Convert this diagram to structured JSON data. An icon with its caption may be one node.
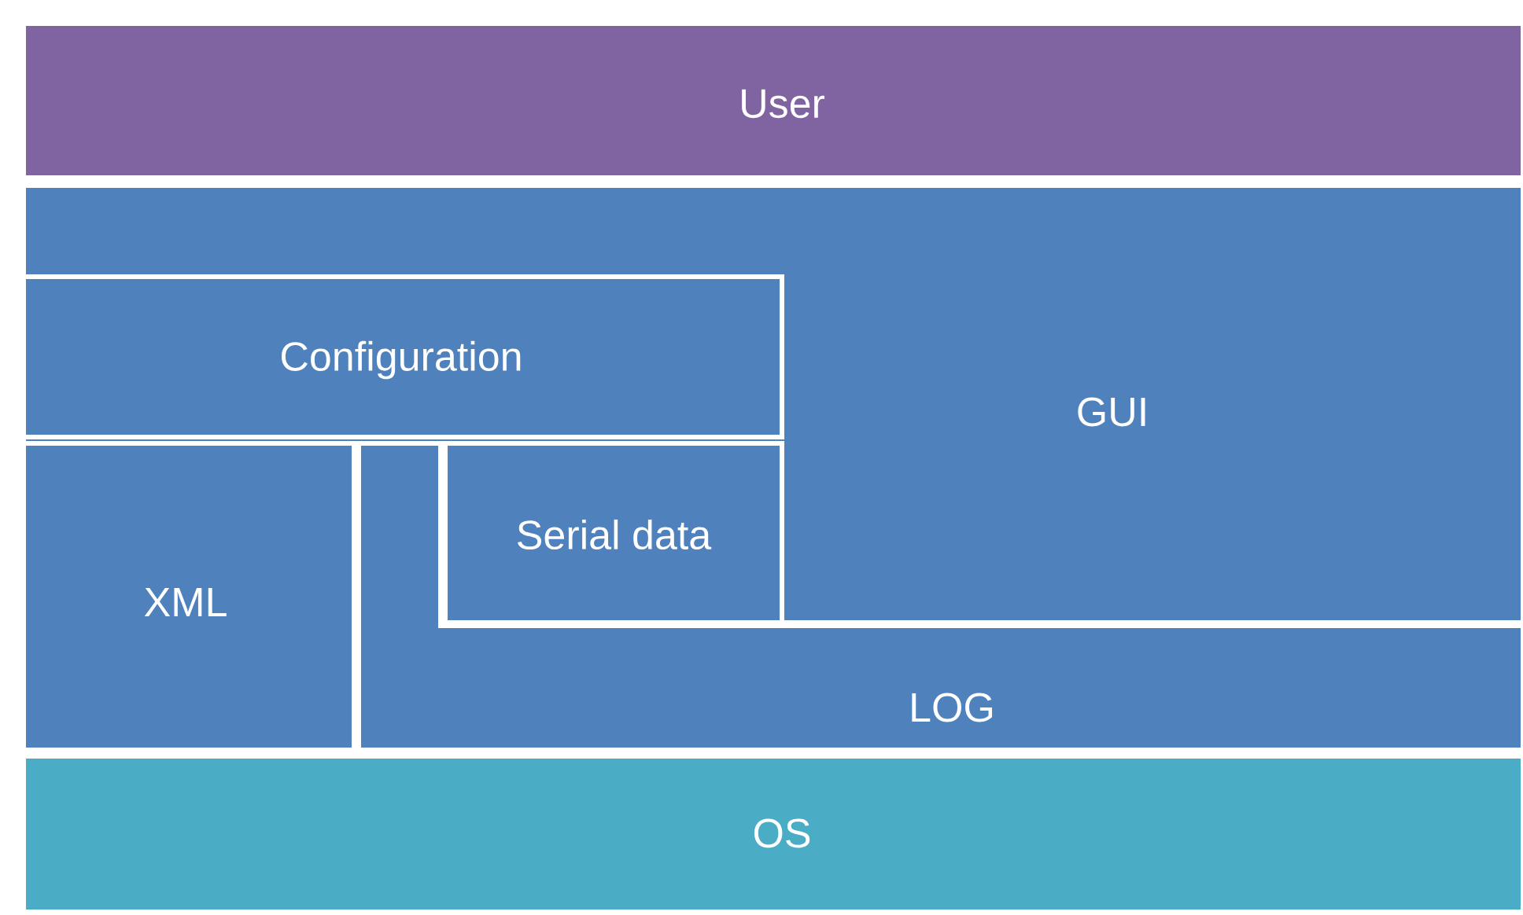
{
  "diagram": {
    "nodes": [
      {
        "text": [
          "User"
        ]
      },
      {
        "text": [
          "GUI"
        ]
      },
      {
        "text": [
          "Configuration"
        ],
        "in": 1
      },
      {
        "text": [
          "Serial data"
        ],
        "in": 1
      },
      {
        "text": [
          "XML"
        ]
      },
      {
        "text": [
          "LOG"
        ]
      },
      {
        "text": [
          "OS"
        ]
      }
    ]
  }
}
